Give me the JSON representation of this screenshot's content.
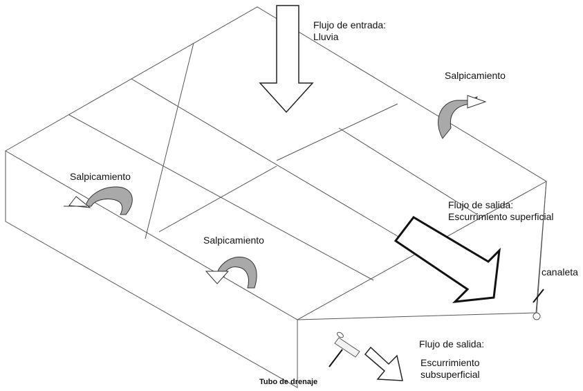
{
  "inflow": {
    "title": "Flujo de entrada:",
    "source": "Lluvia"
  },
  "splash": {
    "back_right": "Salpicamiento",
    "left": "Salpicamiento",
    "center": "Salpicamiento"
  },
  "surface_outflow": {
    "title": "Flujo de salida:",
    "name": "Escurrimiento superficial"
  },
  "gutter": "canaleta",
  "subsurface_outflow": {
    "title": "Flujo de salida:",
    "name_line1": "Escurrimiento",
    "name_line2": "subsuperficial"
  },
  "drain": "Tubo de drenaje",
  "colors": {
    "line": "#555555",
    "arrow_outline": "#222222",
    "splash_fill": "#a9a9a9",
    "background": "#ffffff"
  }
}
